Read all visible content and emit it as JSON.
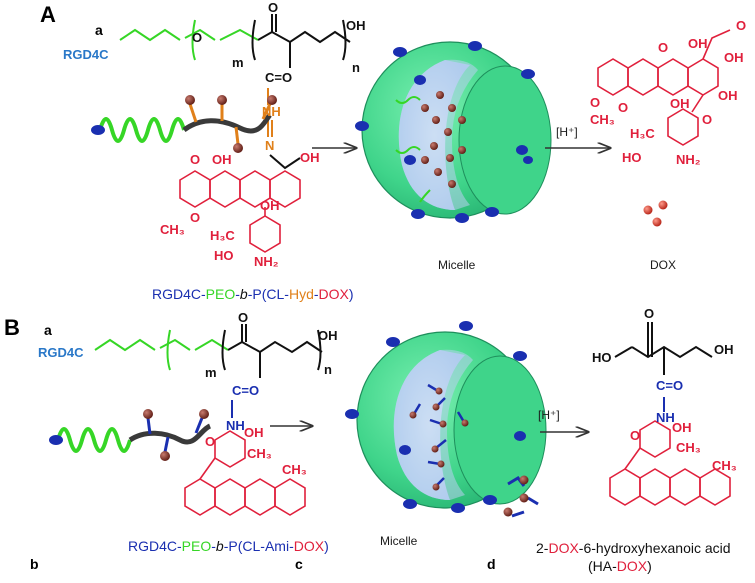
{
  "colors": {
    "rgd": "#2a78c8",
    "peo": "#36d626",
    "hyd": "#e0801a",
    "dox": "#e0203c",
    "ami": "#1a2fb0",
    "micelle": "#3fd48a",
    "black": "#111111"
  },
  "panel_a": {
    "letter": "A",
    "sub_a": "a",
    "rgd_label": "RGD4C",
    "m": "m",
    "n": "n",
    "oh": "OH",
    "o": "O",
    "c_eq_o": "C=O",
    "nh": "NH",
    "n_atom": "N",
    "oh2": "OH",
    "oh3": "OH",
    "dox_oh": "OH",
    "och3": "CH₃",
    "o_ring": "O",
    "h3c": "H₃C",
    "ho": "HO",
    "nh2": "NH₂",
    "o_top": "O",
    "o_bot": "O",
    "caption_parts": [
      {
        "text": "RGD4C-",
        "color": "#1a2fb0"
      },
      {
        "text": "PEO",
        "color": "#36d626"
      },
      {
        "text": "-",
        "color": "#1a2fb0"
      },
      {
        "text": "b",
        "color": "#111111",
        "italic": true
      },
      {
        "text": "-P(CL-",
        "color": "#1a2fb0"
      },
      {
        "text": "Hyd",
        "color": "#e0801a"
      },
      {
        "text": "-",
        "color": "#1a2fb0"
      },
      {
        "text": "DOX",
        "color": "#e0203c"
      },
      {
        "text": ")",
        "color": "#1a2fb0"
      }
    ],
    "micelle_label": "Micelle",
    "h_plus": "[H⁺]",
    "dox_label": "DOX",
    "free_dox": {
      "o1": "O",
      "o2": "O",
      "oh_a": "OH",
      "oh_b": "OH",
      "oh_c": "OH",
      "oh_d": "OH",
      "ome": "O",
      "ch3": "CH₃",
      "ring_o": "O",
      "h3c": "H₃C",
      "ho": "HO",
      "nh2": "NH₂",
      "o3": "O"
    }
  },
  "panel_b": {
    "letter": "B",
    "sub_a": "a",
    "sub_b": "b",
    "sub_c": "c",
    "sub_d": "d",
    "rgd_label": "RGD4C",
    "m": "m",
    "n": "n",
    "oh": "OH",
    "o_top": "O",
    "c_eq_o": "C=O",
    "nh": "NH",
    "oh_sugar": "OH",
    "ch3_sugar": "CH₃",
    "ch3_ring": "CH₃",
    "o_sugar": "O",
    "caption_parts": [
      {
        "text": "RGD4C-",
        "color": "#1a2fb0"
      },
      {
        "text": "PEO",
        "color": "#36d626"
      },
      {
        "text": "-",
        "color": "#1a2fb0"
      },
      {
        "text": "b",
        "color": "#111111",
        "italic": true
      },
      {
        "text": "-P(CL-",
        "color": "#1a2fb0"
      },
      {
        "text": "Ami",
        "color": "#1a2fb0"
      },
      {
        "text": "-",
        "color": "#1a2fb0"
      },
      {
        "text": "DOX",
        "color": "#e0203c"
      },
      {
        "text": ")",
        "color": "#1a2fb0"
      }
    ],
    "micelle_label": "Micelle",
    "h_plus": "[H⁺]",
    "product": {
      "o": "O",
      "ho": "HO",
      "oh": "OH",
      "c_eq_o": "C=O",
      "nh": "NH",
      "oh_s": "OH",
      "ch3_s": "CH₃",
      "ch3_r": "CH₃",
      "o_s": "O"
    },
    "product_caption_parts": [
      {
        "text": "2-",
        "color": "#111111"
      },
      {
        "text": "DOX",
        "color": "#e0203c"
      },
      {
        "text": "-6-hydroxyhexanoic acid",
        "color": "#111111"
      }
    ],
    "product_caption2_parts": [
      {
        "text": "(HA-",
        "color": "#111111"
      },
      {
        "text": "DOX",
        "color": "#e0203c"
      },
      {
        "text": ")",
        "color": "#111111"
      }
    ]
  }
}
